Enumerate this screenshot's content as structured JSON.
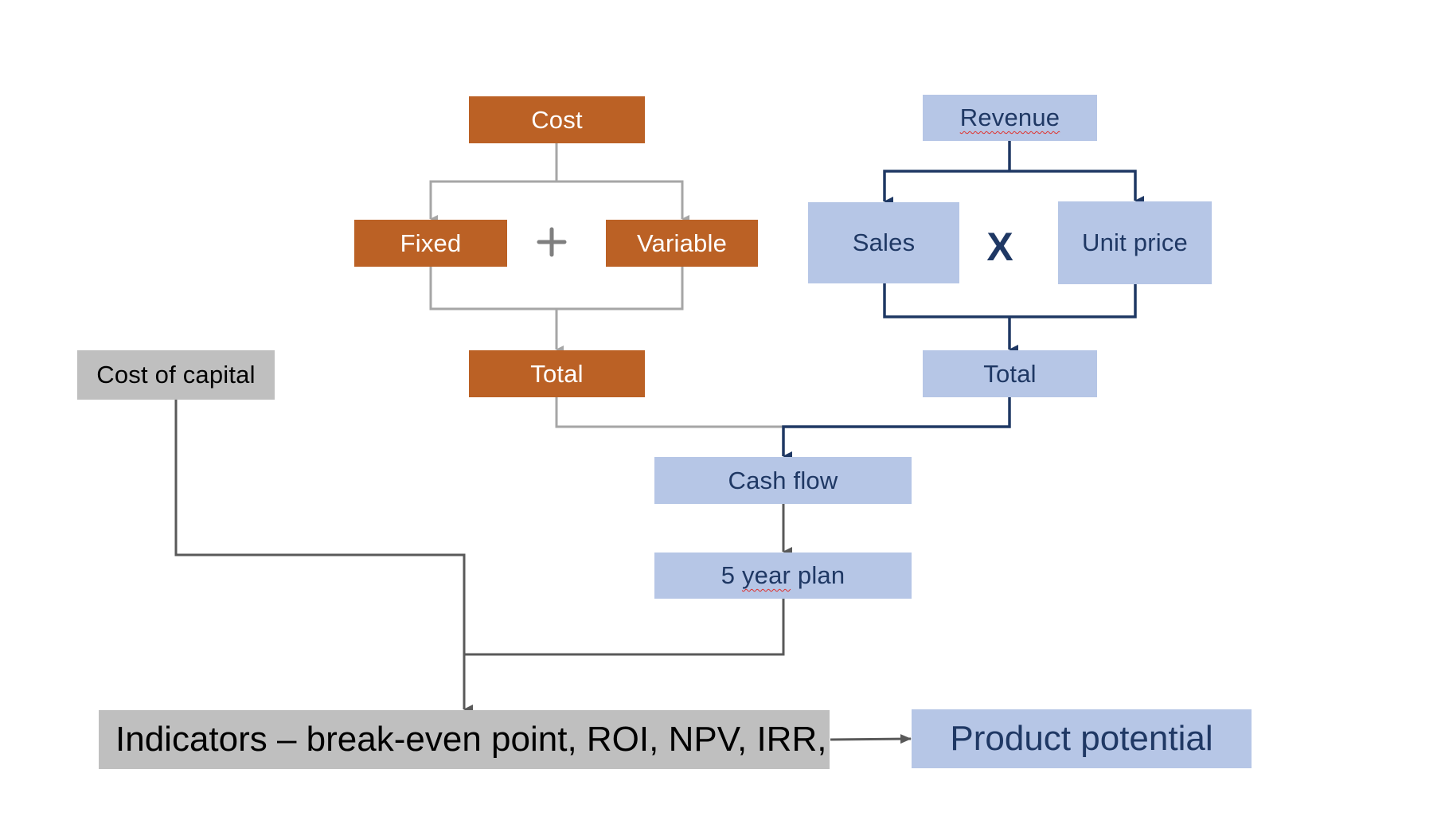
{
  "diagram": {
    "title": "",
    "nodes": {
      "cost": {
        "label": "Cost",
        "fill": "#bb6125"
      },
      "fixed": {
        "label": "Fixed",
        "fill": "#bb6125"
      },
      "variable": {
        "label": "Variable",
        "fill": "#bb6125"
      },
      "total_cost": {
        "label": "Total",
        "fill": "#bb6125"
      },
      "revenue": {
        "label": "Revenue",
        "fill": "#b6c6e6",
        "spellcheck_underline": true
      },
      "sales": {
        "label": "Sales",
        "fill": "#b6c6e6"
      },
      "unit_price": {
        "label": "Unit price",
        "fill": "#b6c6e6"
      },
      "total_revenue": {
        "label": "Total",
        "fill": "#b6c6e6"
      },
      "cost_of_capital": {
        "label": "Cost of capital",
        "fill": "#bfbfbf"
      },
      "cash_flow": {
        "label": "Cash flow",
        "fill": "#b6c6e6"
      },
      "five_year_plan": {
        "label_prefix": "5 ",
        "label_underlined": "year",
        "label_suffix": " plan",
        "fill": "#b6c6e6"
      },
      "indicators": {
        "label": "Indicators – break-even point, ROI, NPV, IRR,",
        "fill": "#bfbfbf"
      },
      "product_potential": {
        "label": "Product potential",
        "fill": "#b6c6e6"
      }
    },
    "operators": {
      "cost_operator": {
        "symbol": "+",
        "icon": "plus-icon",
        "color": "#7f7f7f"
      },
      "revenue_operator": {
        "symbol": "X",
        "icon": "multiply-icon",
        "color": "#1f3864"
      }
    },
    "edges": [
      {
        "from": "cost",
        "to": "fixed",
        "color": "#a6a6a6"
      },
      {
        "from": "cost",
        "to": "variable",
        "color": "#a6a6a6"
      },
      {
        "from": "fixed",
        "to": "total_cost",
        "color": "#a6a6a6"
      },
      {
        "from": "variable",
        "to": "total_cost",
        "color": "#a6a6a6"
      },
      {
        "from": "revenue",
        "to": "sales",
        "color": "#1f3864"
      },
      {
        "from": "revenue",
        "to": "unit_price",
        "color": "#1f3864"
      },
      {
        "from": "sales",
        "to": "total_revenue",
        "color": "#1f3864"
      },
      {
        "from": "unit_price",
        "to": "total_revenue",
        "color": "#1f3864"
      },
      {
        "from": "total_cost",
        "to": "cash_flow",
        "color": "#a6a6a6"
      },
      {
        "from": "total_revenue",
        "to": "cash_flow",
        "color": "#1f3864"
      },
      {
        "from": "cash_flow",
        "to": "five_year_plan",
        "color": "#595959"
      },
      {
        "from": "cost_of_capital",
        "to": "indicators",
        "color": "#595959"
      },
      {
        "from": "five_year_plan",
        "to": "indicators",
        "color": "#595959"
      },
      {
        "from": "indicators",
        "to": "product_potential",
        "color": "#595959"
      }
    ]
  }
}
